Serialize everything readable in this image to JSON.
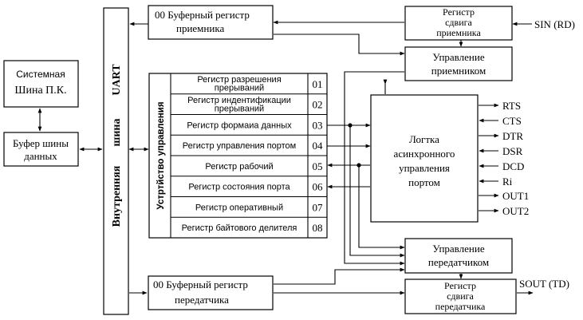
{
  "system_bus": [
    "Системная",
    "Шина П.К."
  ],
  "data_bus_buffer": [
    "Буфер шины",
    "данных"
  ],
  "internal_bus": {
    "label": "Внутренняя",
    "sub": "шина",
    "tag": "UART"
  },
  "rx_buffer": [
    "00 Буферный регистр",
    "приемника"
  ],
  "tx_buffer": [
    "00 Буферный регистр",
    "передатчика"
  ],
  "rx_shift": [
    "Регистр",
    "сдвига",
    "приемника"
  ],
  "rx_control": [
    "Управление",
    "приемником"
  ],
  "tx_control": [
    "Управление",
    "передатчиком"
  ],
  "tx_shift": [
    "Регистр",
    "сдвига",
    "передатчика"
  ],
  "control_device": "Устртйство управления",
  "logic": [
    "Логтка",
    "асинхронного",
    "управления",
    "портом"
  ],
  "registers": [
    {
      "lines": [
        "Регистр разрешения",
        "прерываний"
      ],
      "code": "01"
    },
    {
      "lines": [
        "Регистр индентификации",
        "прерываний"
      ],
      "code": "02"
    },
    {
      "lines": [
        "Регистр формаиа данных"
      ],
      "code": "03"
    },
    {
      "lines": [
        "Регистр управления портом"
      ],
      "code": "04"
    },
    {
      "lines": [
        "Регистр рабочий"
      ],
      "code": "05"
    },
    {
      "lines": [
        "Регистр состояния порта"
      ],
      "code": "06"
    },
    {
      "lines": [
        "Регистр оперативный"
      ],
      "code": "07"
    },
    {
      "lines": [
        "Регистр байтового делителя"
      ],
      "code": "08"
    }
  ],
  "modem_signals": [
    "RTS",
    "CTS",
    "DTR",
    "DSR",
    "DCD",
    "Ri",
    "OUT1",
    "OUT2"
  ],
  "sin_label": "SIN (RD)",
  "sout_label": "SOUT (TD)"
}
